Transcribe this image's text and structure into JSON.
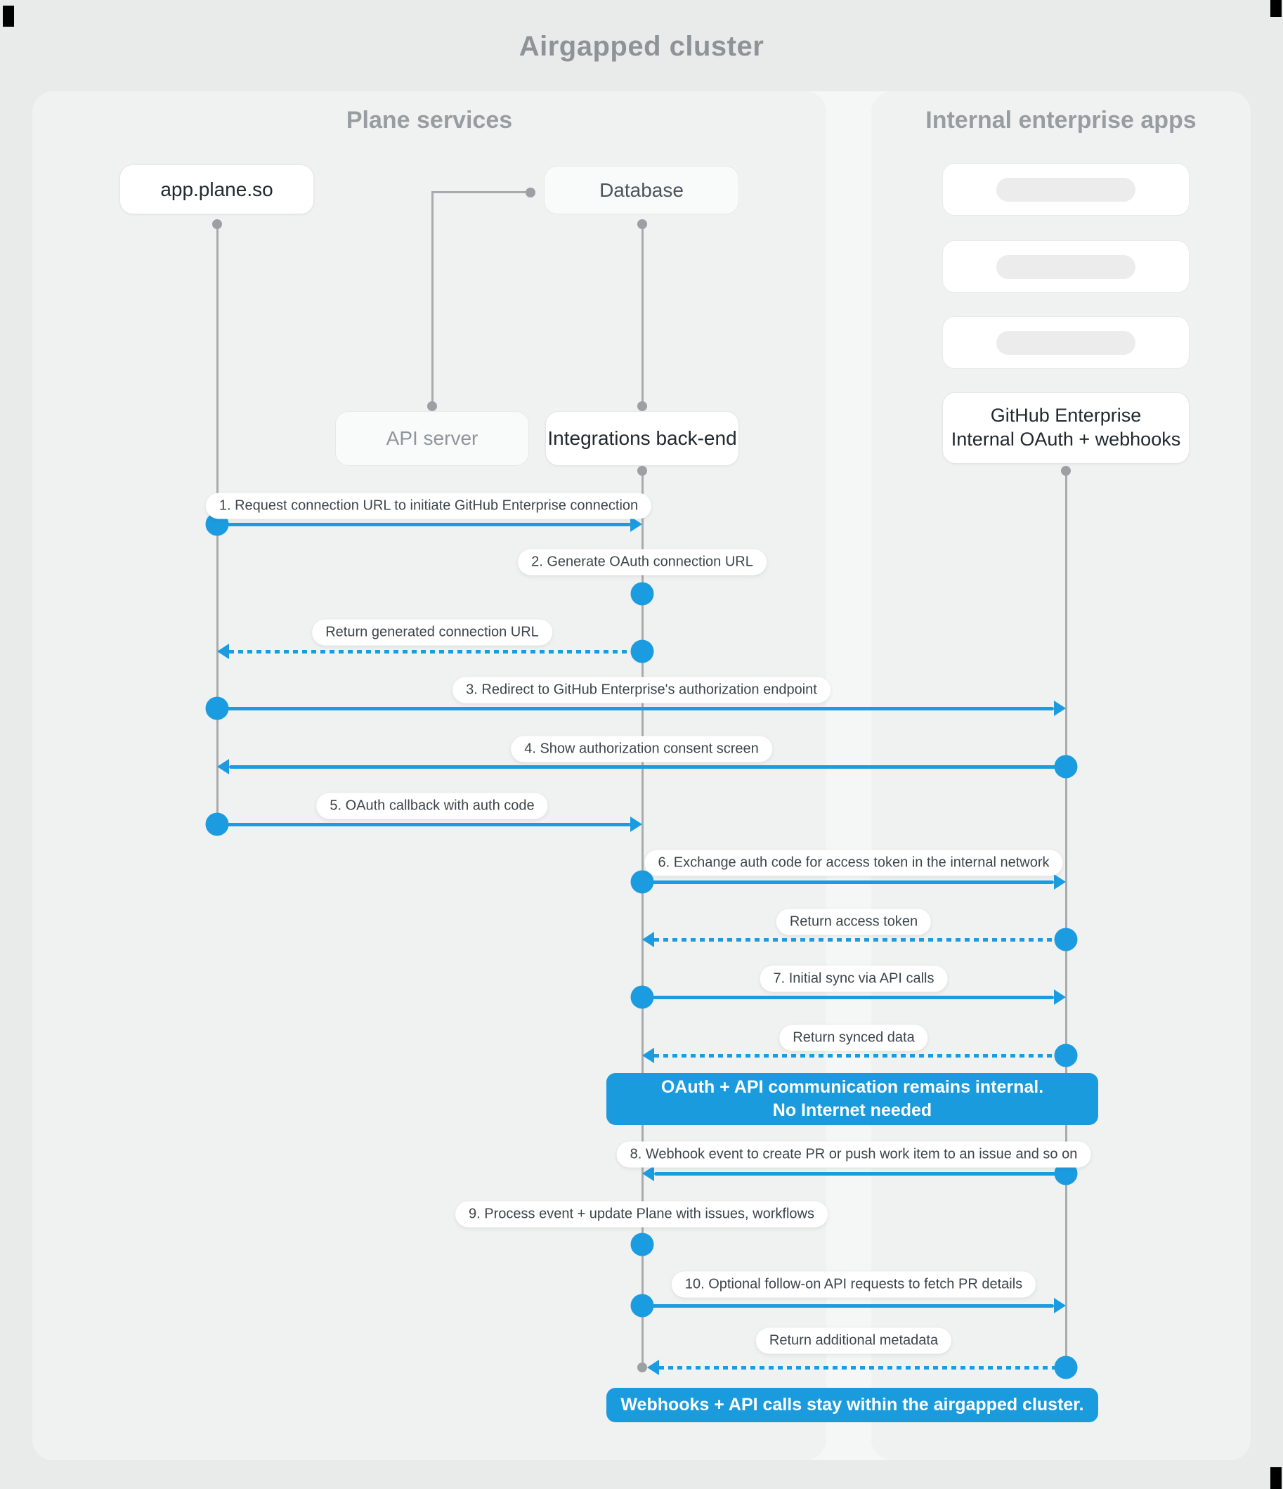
{
  "title": "Airgapped cluster",
  "panels": {
    "plane": {
      "heading": "Plane services"
    },
    "internal": {
      "heading": "Internal enterprise apps"
    }
  },
  "actors": {
    "app": {
      "label": "app.plane.so"
    },
    "database": {
      "label": "Database"
    },
    "api_server": {
      "label": "API server"
    },
    "integrations": {
      "label": "Integrations back-end"
    },
    "github": {
      "line1": "GitHub Enterprise",
      "line2": "Internal OAuth + webhooks"
    }
  },
  "messages": [
    {
      "label": "1. Request connection URL to initiate GitHub Enterprise connection",
      "from": "app.plane.so",
      "to": "Integrations back-end",
      "style": "solid"
    },
    {
      "label": "2. Generate OAuth connection URL",
      "from": "Integrations back-end",
      "to": "Integrations back-end",
      "style": "self"
    },
    {
      "label": "Return generated connection URL",
      "from": "Integrations back-end",
      "to": "app.plane.so",
      "style": "dotted"
    },
    {
      "label": "3. Redirect to GitHub Enterprise's authorization endpoint",
      "from": "app.plane.so",
      "to": "GitHub Enterprise",
      "style": "solid"
    },
    {
      "label": "4. Show authorization consent screen",
      "from": "GitHub Enterprise",
      "to": "app.plane.so",
      "style": "solid"
    },
    {
      "label": "5. OAuth callback with auth code",
      "from": "app.plane.so",
      "to": "Integrations back-end",
      "style": "solid"
    },
    {
      "label": "6. Exchange auth code for access token in the internal network",
      "from": "Integrations back-end",
      "to": "GitHub Enterprise",
      "style": "solid"
    },
    {
      "label": "Return access token",
      "from": "GitHub Enterprise",
      "to": "Integrations back-end",
      "style": "dotted"
    },
    {
      "label": "7. Initial sync via API calls",
      "from": "Integrations back-end",
      "to": "GitHub Enterprise",
      "style": "solid"
    },
    {
      "label": "Return synced data",
      "from": "GitHub Enterprise",
      "to": "Integrations back-end",
      "style": "dotted"
    },
    {
      "label": "8. Webhook event to create PR  or push work item to an issue  and so on",
      "from": "GitHub Enterprise",
      "to": "Integrations back-end",
      "style": "solid"
    },
    {
      "label": "9. Process event + update Plane with issues, workflows",
      "from": "Integrations back-end",
      "to": "Integrations back-end",
      "style": "self"
    },
    {
      "label": "10. Optional follow-on API requests to fetch PR details",
      "from": "Integrations back-end",
      "to": "GitHub Enterprise",
      "style": "solid"
    },
    {
      "label": "Return additional metadata",
      "from": "GitHub Enterprise",
      "to": "Integrations back-end",
      "style": "dotted"
    }
  ],
  "notes": [
    {
      "line1": "OAuth + API communication remains internal.",
      "line2": "No Internet needed"
    },
    {
      "text": "Webhooks + API calls stay within the airgapped cluster."
    }
  ],
  "colors": {
    "accent_blue": "#1b9ce0",
    "banner_blue": "#199bdd",
    "page_bg": "#e9eaea",
    "panel_bg": "#f0f1f1",
    "panel_gap_bg": "#f5f6f6",
    "lifeline_gray": "#a8abad"
  }
}
